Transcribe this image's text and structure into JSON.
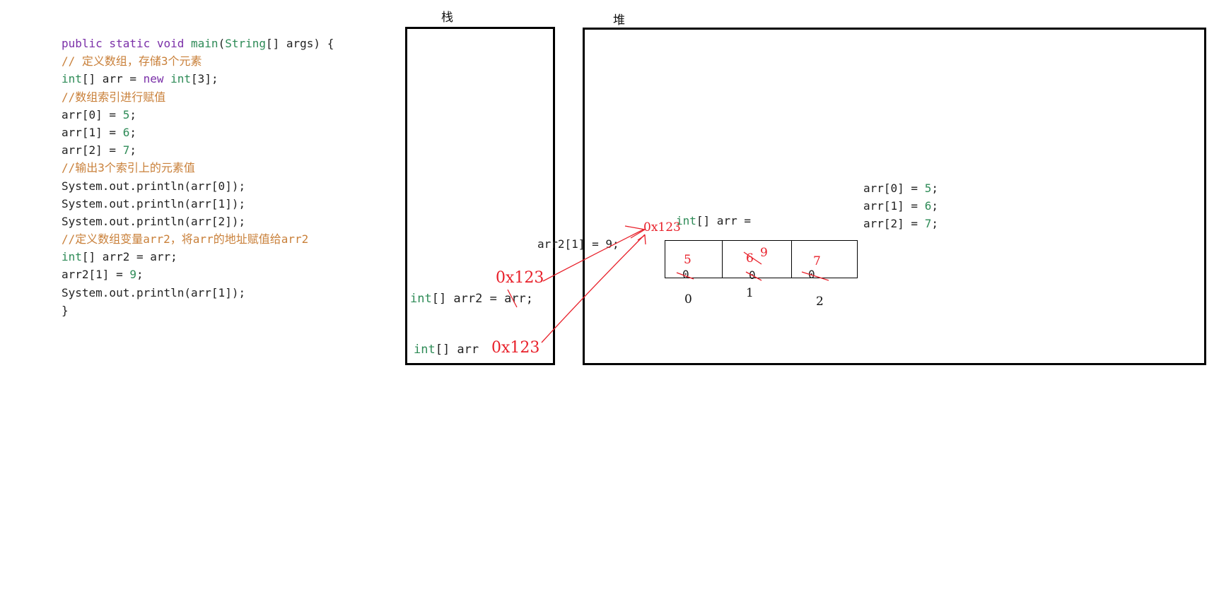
{
  "code_lines": [
    [
      {
        "t": "public static void ",
        "c": "kw"
      },
      {
        "t": "main",
        "c": "fn"
      },
      {
        "t": "(",
        "c": "plain"
      },
      {
        "t": "String",
        "c": "ty"
      },
      {
        "t": "[] args) {",
        "c": "plain"
      }
    ],
    [
      {
        "t": "// 定义数组，存储3个元素",
        "c": "cm"
      }
    ],
    [
      {
        "t": "int",
        "c": "ty"
      },
      {
        "t": "[] arr = ",
        "c": "plain"
      },
      {
        "t": "new ",
        "c": "kw"
      },
      {
        "t": "int",
        "c": "ty"
      },
      {
        "t": "[3];",
        "c": "plain"
      }
    ],
    [
      {
        "t": "//数组索引进行赋值",
        "c": "cm"
      }
    ],
    [
      {
        "t": "arr[0] = ",
        "c": "plain"
      },
      {
        "t": "5",
        "c": "num"
      },
      {
        "t": ";",
        "c": "plain"
      }
    ],
    [
      {
        "t": "arr[1] = ",
        "c": "plain"
      },
      {
        "t": "6",
        "c": "num"
      },
      {
        "t": ";",
        "c": "plain"
      }
    ],
    [
      {
        "t": "arr[2] = ",
        "c": "plain"
      },
      {
        "t": "7",
        "c": "num"
      },
      {
        "t": ";",
        "c": "plain"
      }
    ],
    [
      {
        "t": "//输出3个索引上的元素值",
        "c": "cm"
      }
    ],
    [
      {
        "t": "System.out.println(arr[0]);",
        "c": "plain"
      }
    ],
    [
      {
        "t": "System.out.println(arr[1]);",
        "c": "plain"
      }
    ],
    [
      {
        "t": "System.out.println(arr[2]);",
        "c": "plain"
      }
    ],
    [
      {
        "t": "//定义数组变量arr2，将arr的地址赋值给arr2",
        "c": "cm"
      }
    ],
    [
      {
        "t": "int",
        "c": "ty"
      },
      {
        "t": "[] arr2 = arr;",
        "c": "plain"
      }
    ],
    [
      {
        "t": "arr2[1] = ",
        "c": "plain"
      },
      {
        "t": "9",
        "c": "num"
      },
      {
        "t": ";",
        "c": "plain"
      }
    ],
    [
      {
        "t": "System.out.println(arr[1]);",
        "c": "plain"
      }
    ],
    [
      {
        "t": "}",
        "c": "plain"
      }
    ]
  ],
  "stack": {
    "title": "栈",
    "var_arr2_type": "int",
    "var_arr2_rest": "[] arr2 = arr;",
    "var_arr2_addr": "0x123",
    "var_arr_type": "int",
    "var_arr_name": "[] arr",
    "var_arr_addr": "0x123"
  },
  "heap": {
    "title": "堆",
    "decl_type": "int",
    "decl_rest": "[] arr =",
    "addr": "0x123",
    "assign_note": "arr2[1] = 9;",
    "cells": [
      {
        "original": "0",
        "written": "5",
        "overwrite": ""
      },
      {
        "original": "0",
        "written": "6",
        "overwrite": "9"
      },
      {
        "original": "0",
        "written": "7",
        "overwrite": ""
      }
    ],
    "indices": [
      "0",
      "1",
      "2"
    ],
    "assignments": [
      {
        "left": "arr[0] = ",
        "value": "5",
        "end": ";"
      },
      {
        "left": "arr[1] = ",
        "value": "6",
        "end": ";"
      },
      {
        "left": "arr[2] = ",
        "value": "7",
        "end": ";"
      }
    ]
  },
  "colors": {
    "annotation_red": "#e8202a",
    "keyword": "#7a2fa8",
    "type": "#2e8b57",
    "comment": "#c9803a"
  }
}
